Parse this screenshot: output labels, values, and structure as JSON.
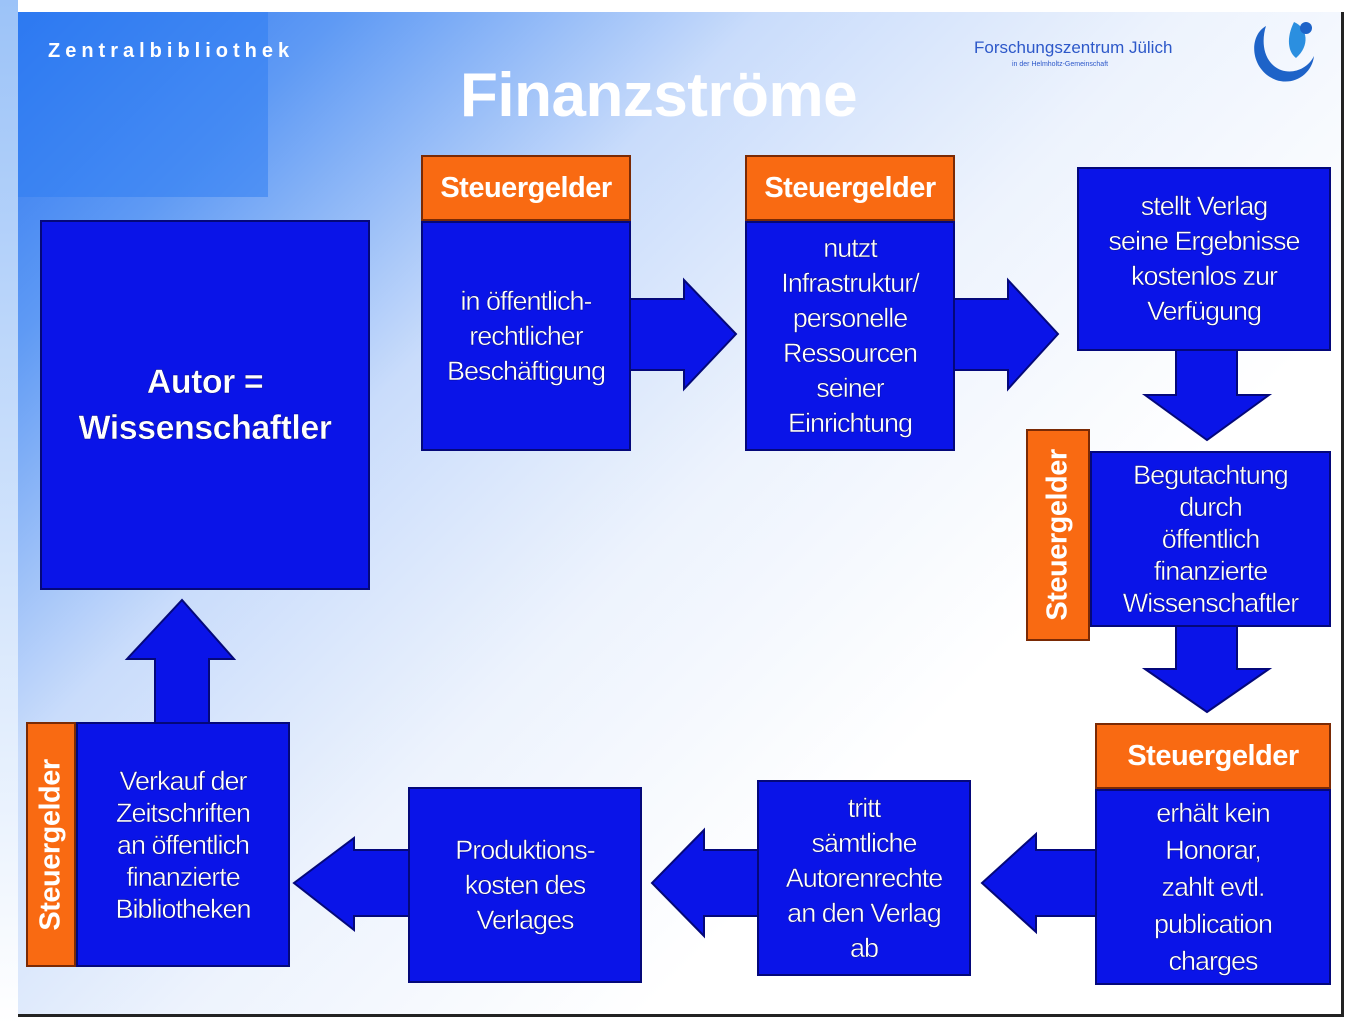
{
  "header": {
    "library_name": "Zentralbibliothek",
    "title": "Finanzströme",
    "org_name": "Forschungszentrum Jülich",
    "org_subtitle": "in der Helmholtz-Gemeinschaft"
  },
  "colors": {
    "box": "#0a14e8",
    "label": "#f96a12",
    "text": "#ffffff"
  },
  "nodes": {
    "author": "Autor =\nWissenschaftler",
    "employment": {
      "label": "Steuergelder",
      "text": "in öffentlich-\nrechtlicher\nBeschäftigung"
    },
    "infrastructure": {
      "label": "Steuergelder",
      "text": "nutzt\nInfrastruktur/\npersonelle\nRessourcen\nseiner\nEinrichtung"
    },
    "results": {
      "text": "stellt Verlag\nseine Ergebnisse\nkostenlos zur\nVerfügung"
    },
    "review": {
      "label": "Steuergelder",
      "text": "Begutachtung\ndurch\nöffentlich\nfinanzierte\nWissenschaftler"
    },
    "honorar": {
      "label": "Steuergelder",
      "text": "erhält kein\nHonorar,\nzahlt evtl.\npublication\ncharges"
    },
    "rights": {
      "text": "tritt\nsämtliche\nAutorenrechte\nan den Verlag\nab"
    },
    "production": {
      "text": "Produktions-\nkosten des\nVerlages"
    },
    "sale": {
      "label": "Steuergelder",
      "text": "Verkauf der\nZeitschriften\nan öffentlich\nfinanzierte\nBibliotheken"
    }
  }
}
